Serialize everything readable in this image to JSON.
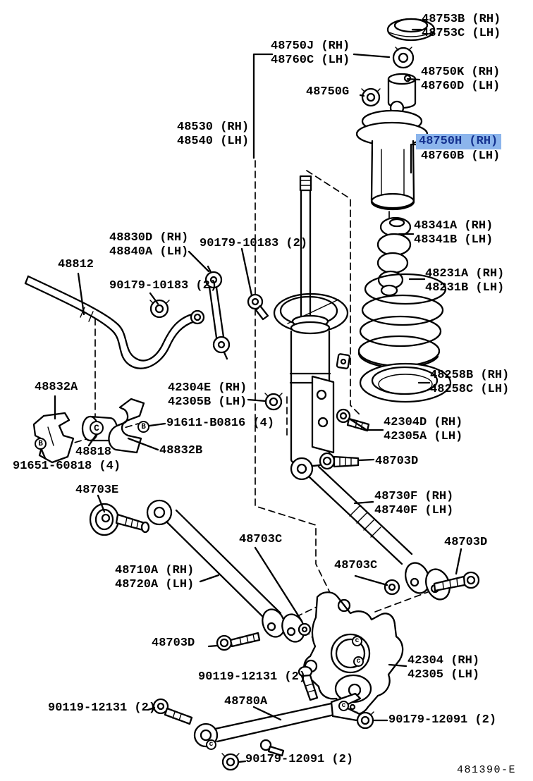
{
  "doc": {
    "figure_code": "481390-E"
  },
  "colors": {
    "highlight_bg": "#8cb5ec",
    "highlight_text": "#14318f",
    "ink": "#000000",
    "paper": "#ffffff"
  },
  "markers": {
    "b": "B",
    "c": "C",
    "c_small": "c"
  },
  "labels": {
    "l48753": {
      "line1": "48753B (RH)",
      "line2": "48753C (LH)"
    },
    "l48750j": {
      "line1": "48750J (RH)",
      "line2": "48760C (LH)"
    },
    "l48750k": {
      "line1": "48750K (RH)",
      "line2": "48760D (LH)"
    },
    "l48750g": {
      "text": "48750G"
    },
    "l48530": {
      "line1": "48530 (RH)",
      "line2": "48540 (LH)"
    },
    "l48750h": {
      "line1": "48750H (RH)",
      "line2": "48760B (LH)"
    },
    "l48341": {
      "line1": "48341A (RH)",
      "line2": "48341B (LH)"
    },
    "l48231": {
      "line1": "48231A (RH)",
      "line2": "48231B (LH)"
    },
    "l48258": {
      "line1": "48258B (RH)",
      "line2": "48258C (LH)"
    },
    "l48830": {
      "line1": "48830D (RH)",
      "line2": "48840A (LH)"
    },
    "l90179a": {
      "text": "90179-10183 (2)"
    },
    "l48812": {
      "text": "48812"
    },
    "l90179b": {
      "text": "90179-10183 (2)"
    },
    "l48832a": {
      "text": "48832A"
    },
    "l42304e": {
      "line1": "42304E (RH)",
      "line2": "42305B (LH)"
    },
    "l91611": {
      "text": "91611-B0816 (4)"
    },
    "l48818": {
      "text": "48818"
    },
    "l48832b": {
      "text": "48832B"
    },
    "l91651": {
      "text": "91651-60818 (4)"
    },
    "l42304d": {
      "line1": "42304D (RH)",
      "line2": "42305A (LH)"
    },
    "l48703d1": {
      "text": "48703D"
    },
    "l48730": {
      "line1": "48730F (RH)",
      "line2": "48740F (LH)"
    },
    "l48703e": {
      "text": "48703E"
    },
    "l48703c1": {
      "text": "48703C"
    },
    "l48703c2": {
      "text": "48703C"
    },
    "l48703d2": {
      "text": "48703D"
    },
    "l48710": {
      "line1": "48710A (RH)",
      "line2": "48720A (LH)"
    },
    "l48703d3": {
      "text": "48703D"
    },
    "l42304": {
      "line1": "42304 (RH)",
      "line2": "42305 (LH)"
    },
    "l90119a": {
      "text": "90119-12131 (2)"
    },
    "l48780": {
      "text": "48780A"
    },
    "l90119b": {
      "text": "90119-12131 (2)"
    },
    "l90179c": {
      "text": "90179-12091 (2)"
    },
    "l90179d": {
      "text": "90179-12091 (2)"
    }
  }
}
